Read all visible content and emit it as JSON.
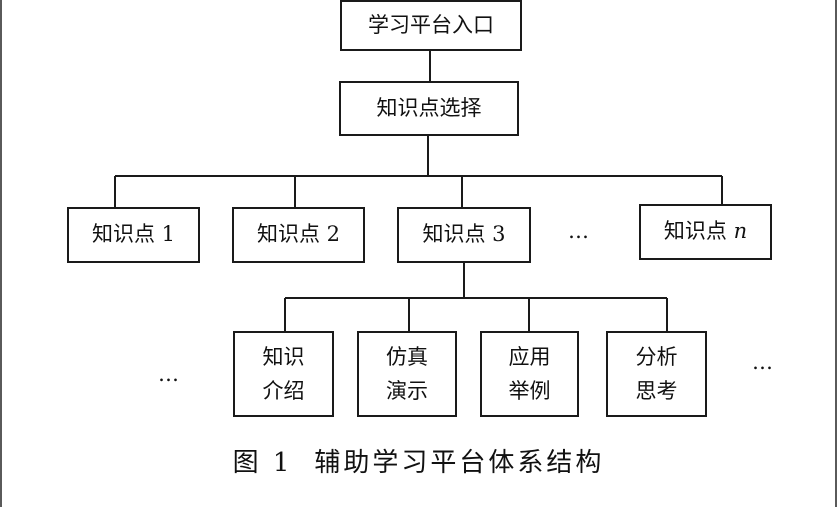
{
  "diagram": {
    "root": "学习平台入口",
    "selector": "知识点选择",
    "knowledge_points": [
      {
        "prefix": "知识点",
        "suffix": " 1",
        "italic_suffix": ""
      },
      {
        "prefix": "知识点",
        "suffix": " 2",
        "italic_suffix": ""
      },
      {
        "prefix": "知识点",
        "suffix": " 3",
        "italic_suffix": ""
      },
      {
        "prefix": "知识点 ",
        "suffix": "",
        "italic_suffix": "n"
      }
    ],
    "ellipsis": "…",
    "sub_items": [
      {
        "line1": "知识",
        "line2": "介绍"
      },
      {
        "line1": "仿真",
        "line2": "演示"
      },
      {
        "line1": "应用",
        "line2": "举例"
      },
      {
        "line1": "分析",
        "line2": "思考"
      }
    ]
  },
  "caption": {
    "figure_number": "图 1",
    "title": "辅助学习平台体系结构"
  }
}
